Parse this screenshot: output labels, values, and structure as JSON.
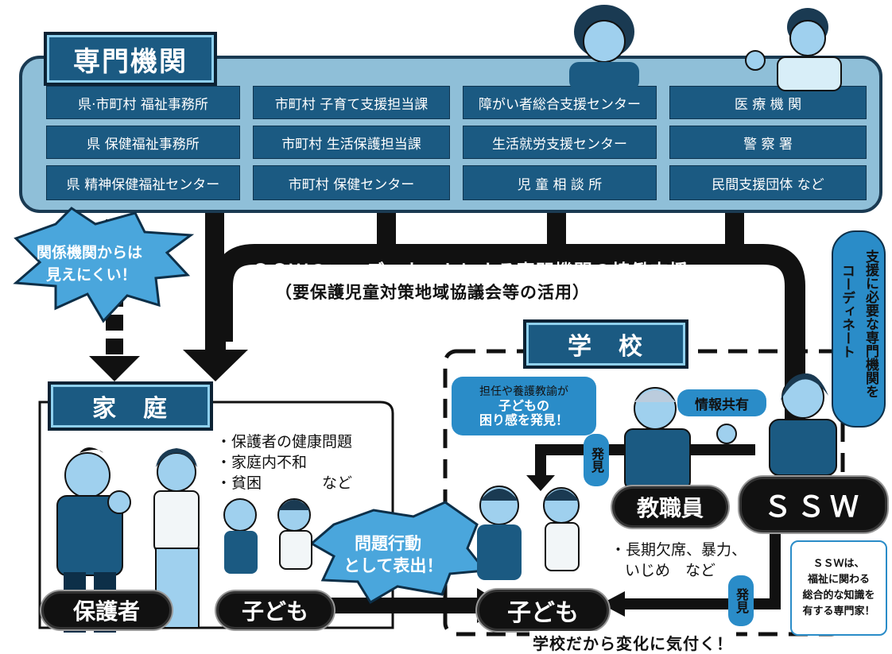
{
  "top": {
    "title": "専門機関",
    "institutions": [
      [
        "県·市町村 福祉事務所",
        "市町村 子育て支援担当課",
        "障がい者総合支援センター",
        "医 療 機 関"
      ],
      [
        "県 保健福祉事務所",
        "市町村 生活保護担当課",
        "生活就労支援センター",
        "警 察 署"
      ],
      [
        "県 精神保健福祉センター",
        "市町村 保健センター",
        "児 童 相 談 所",
        "民間支援団体 など"
      ]
    ]
  },
  "burst": {
    "line1": "関係機関からは",
    "line2": "見えにくい！"
  },
  "coordination": {
    "line1": "ＳＳＷのコーディネートによる専門機関の協働支援",
    "line2": "（要保護児童対策地域協議会等の活用）"
  },
  "right_bubble": {
    "col1": "支援に必要な専門機関を",
    "col2": "コーディネート"
  },
  "school": {
    "title": "学　校",
    "note_line1": "担任や養護教諭が",
    "note_line2": "子どもの",
    "note_line3": "困り感を発見！",
    "share": "情報共有",
    "find1": "発見",
    "find2": "発見",
    "footer": "学校だから変化に気付く！"
  },
  "family": {
    "title": "家　庭",
    "issues": [
      "・保護者の健康問題",
      "・家庭内不和",
      "・貧困　　　　など"
    ]
  },
  "labels": {
    "guardian": "保護者",
    "child_home": "子ども",
    "child_school": "子ども",
    "staff": "教職員",
    "ssw": "ＳＳＷ"
  },
  "problem": {
    "line1": "問題行動",
    "line2": "として表出！"
  },
  "school_issues": {
    "line1": "・長期欠席、暴力、",
    "line2": "いじめ　など"
  },
  "ssw_note": {
    "line1": "ＳＳＷは、",
    "line2": "福祉に関わる",
    "line3": "総合的な知識を",
    "line4": "有する専門家！"
  },
  "colors": {
    "panel": "#8fbfd8",
    "tab": "#1b5a82",
    "bubble": "#2a8cc8",
    "burst": "#4aa6dc"
  }
}
